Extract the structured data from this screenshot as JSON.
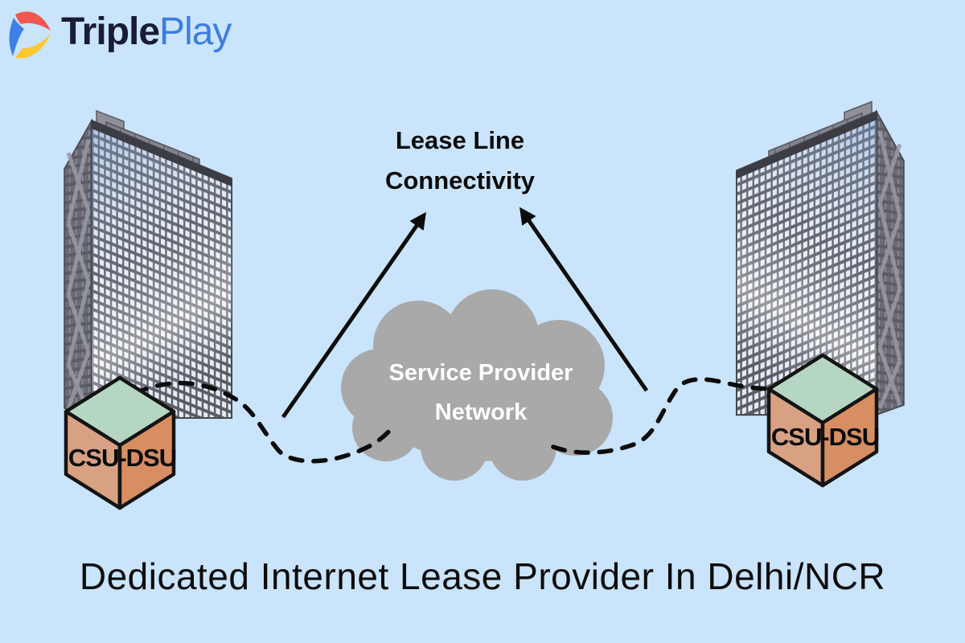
{
  "logo": {
    "brand_primary": "Triple",
    "brand_secondary": "Play"
  },
  "heading": {
    "line1": "Lease Line",
    "line2": "Connectivity"
  },
  "cloud": {
    "label_line1": "Service Provider",
    "label_line2": "Network"
  },
  "devices": {
    "left_label": "CSU-DSU",
    "right_label": "CSU-DSU"
  },
  "footer": {
    "title": "Dedicated Internet Lease Provider In Delhi/NCR"
  },
  "colors": {
    "background": "#c9e4fb",
    "cloud_fill": "#a9a9a9",
    "cloud_text": "#ffffff",
    "connector_line": "#0c0c0c",
    "cube_top": "#b5d6c3",
    "cube_left_face": "#d9a183",
    "cube_right_face": "#d78e63",
    "logo_primary": "#181c34",
    "logo_secondary": "#3d7de0"
  }
}
